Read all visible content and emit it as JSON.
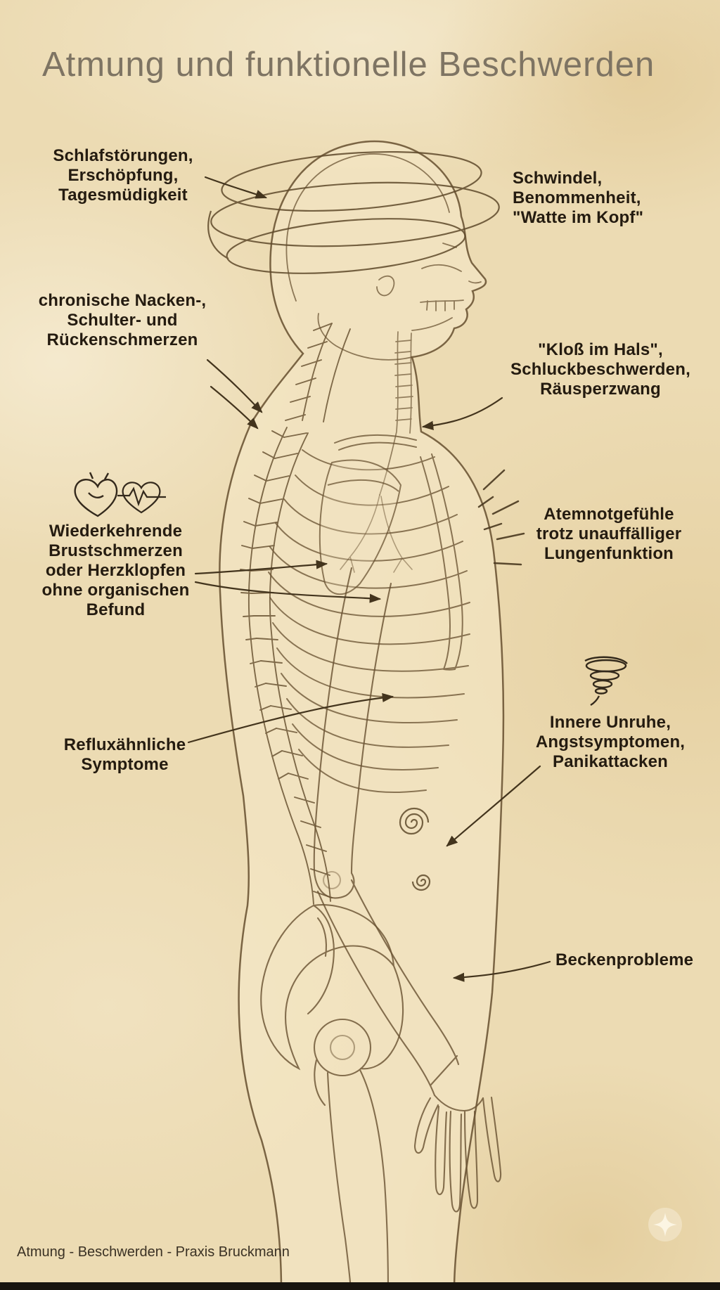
{
  "colors": {
    "background": "#ecdbb3",
    "ink": "#6b5434",
    "label_ink": "#241b10",
    "title_ink": "#7e7463"
  },
  "header": {
    "title": "Atmung und funktionelle Beschwerden"
  },
  "labels": {
    "sleep": "Schlafstörungen,\nErschöpfung,\nTagesmüdigkeit",
    "dizziness": "Schwindel,\nBenommenheit,\n\"Watte im Kopf\"",
    "neck": "chronische Nacken-,\nSchulter- und\nRückenschmerzen",
    "throat": "\"Kloß im Hals\",\nSchluckbeschwerden,\nRäusperzwang",
    "chest": "Wiederkehrende\nBrustschmerzen\noder Herzklopfen\nohne organischen\nBefund",
    "breath": "Atemnotgefühle\ntrotz unauffälliger\nLungenfunktion",
    "reflux": "Refluxähnliche\nSymptome",
    "anxiety": "Innere Unruhe,\nAngstsymptomen,\nPanikattacken",
    "pelvis": "Beckenprobleme"
  },
  "icons": {
    "heart": "heart-icon",
    "heart_ecg": "heart-ecg-icon",
    "tornado": "tornado-swirl-icon",
    "dizzy_rings": "dizziness-rings-icon",
    "breath_rays": "breathlessness-rays-icon",
    "sparkle": "sparkle-icon"
  },
  "footer": {
    "credit": "Atmung - Beschwerden - Praxis Bruckmann"
  }
}
